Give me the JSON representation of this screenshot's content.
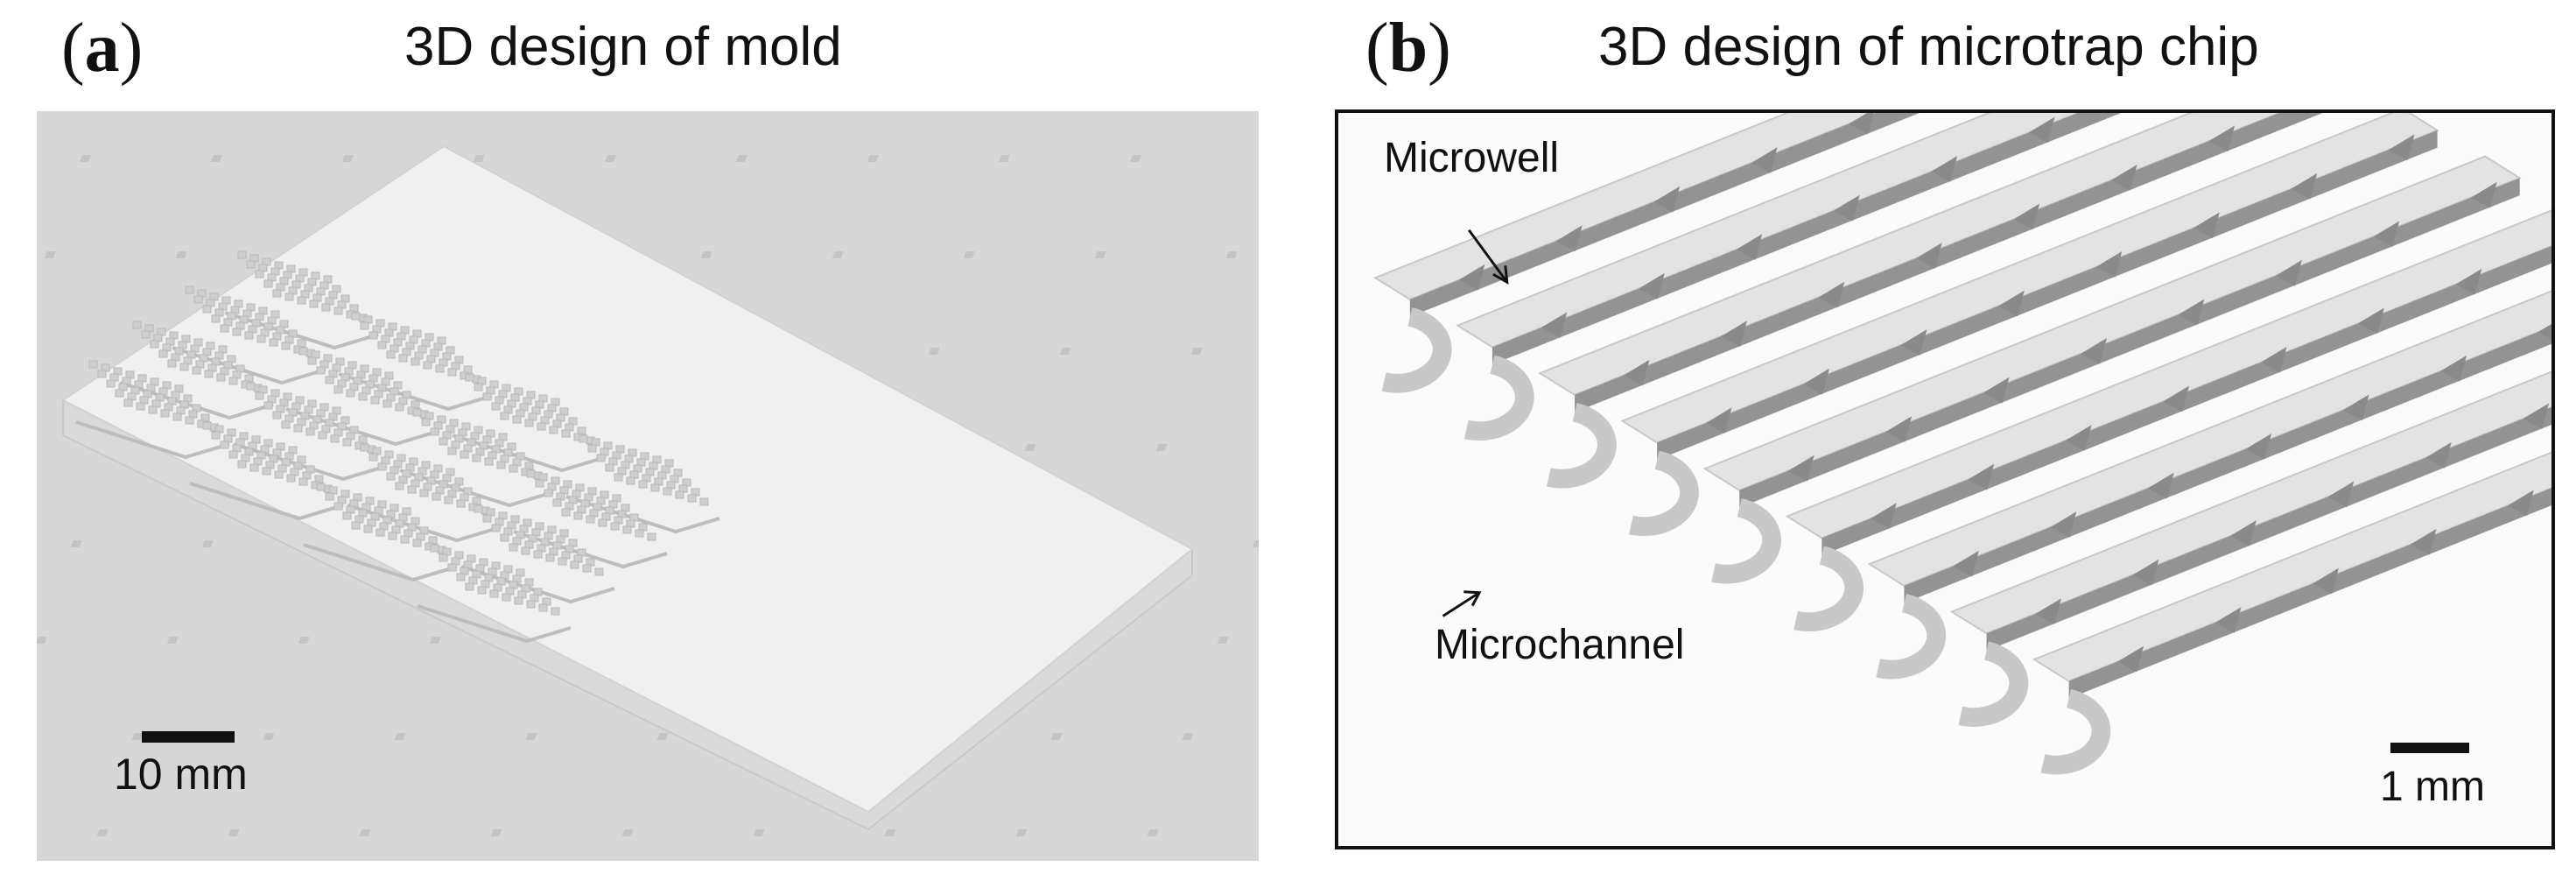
{
  "figure": {
    "panel_a": {
      "letter_open": "(",
      "letter": "a",
      "letter_close": ")",
      "title": "3D design of mold",
      "scale_label": "10 mm"
    },
    "panel_b": {
      "letter_open": "(",
      "letter": "b",
      "letter_close": ")",
      "title": "3D design of microtrap chip",
      "label_microwell": "Microwell",
      "label_microchannel": "Microchannel",
      "scale_label": "1 mm"
    }
  },
  "colors": {
    "background_a": "#d7d7d7",
    "mold_top": "#efefef",
    "mold_side": "#dcdcdc",
    "chip_background": "#fbfbfb",
    "channel_dark": "#8e8e8e",
    "wall_light": "#dedede"
  }
}
